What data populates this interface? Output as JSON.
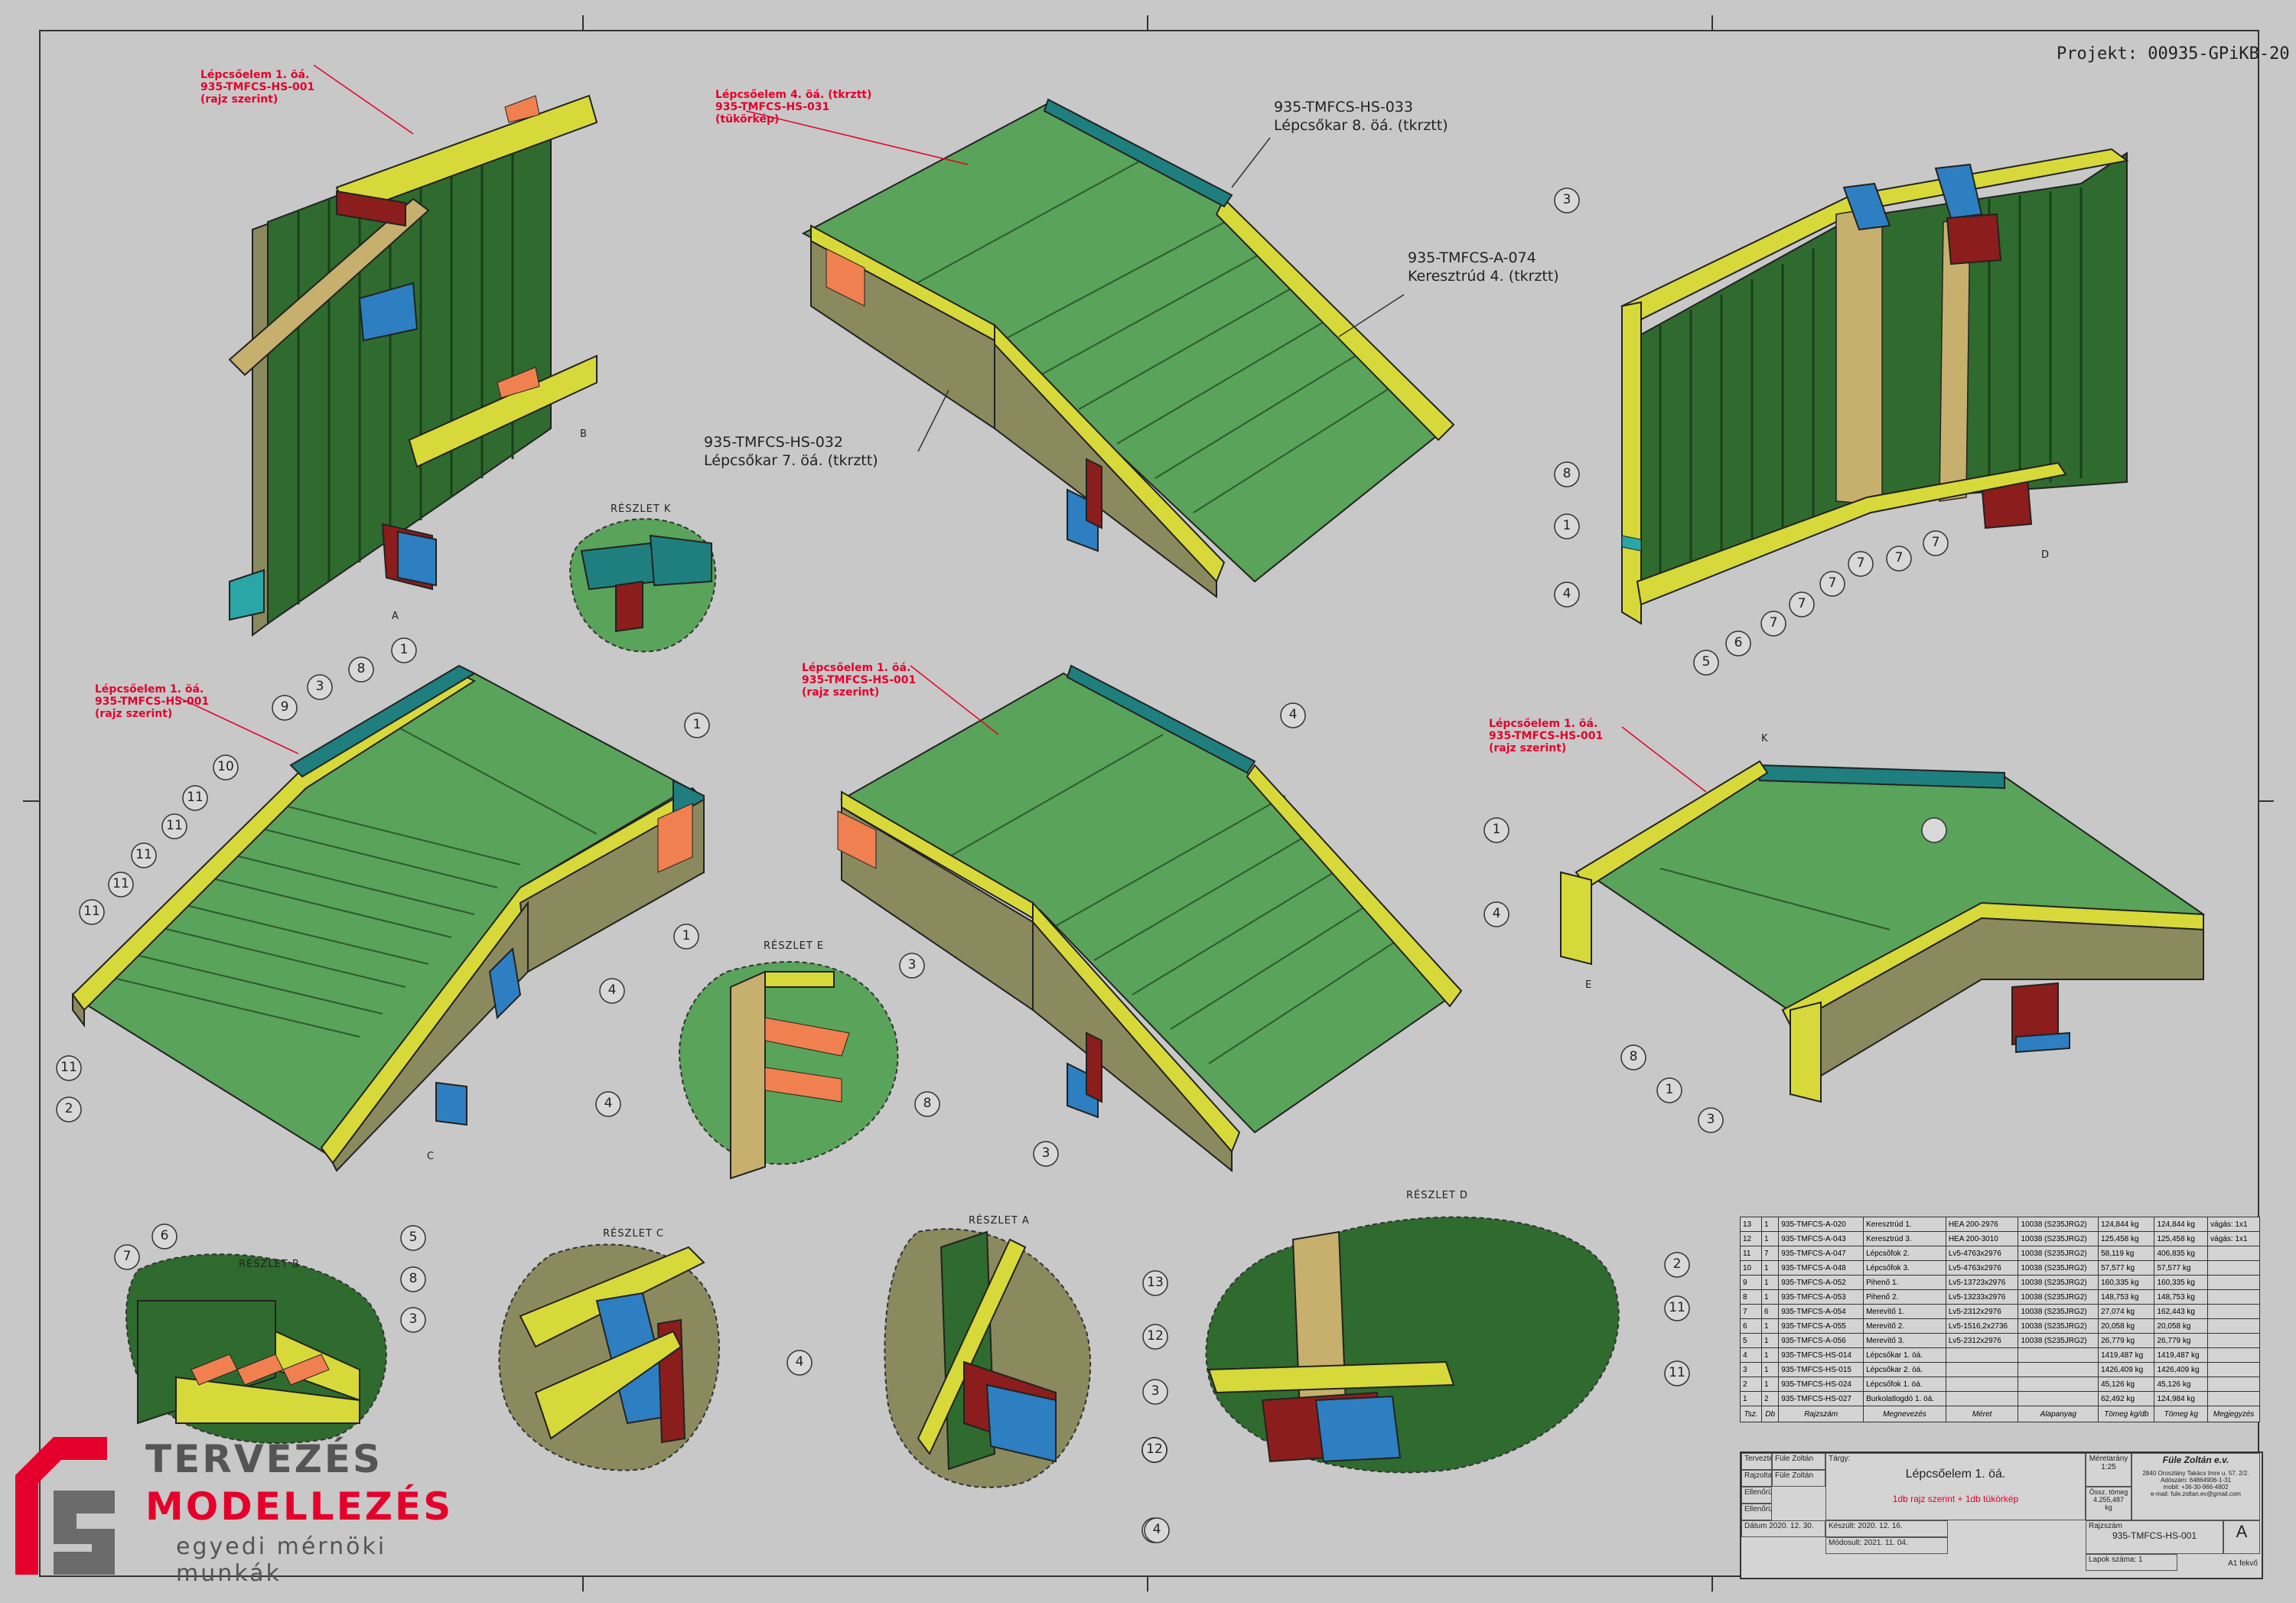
{
  "project": "Projekt:  00935-GPiKB-20",
  "notes": {
    "n1": "Lépcsőelem 1. öá.\n935-TMFCS-HS-001\n(rajz szerint)",
    "n2": "Lépcsőelem 4. öá. (tkrztt)\n935-TMFCS-HS-031\n(tükörkép)",
    "n3": "Lépcsőelem 1. öá.\n935-TMFCS-HS-001\n(rajz szerint)",
    "n4": "Lépcsőelem 1. öá.\n935-TMFCS-HS-001\n(rajz szerint)",
    "n5": "Lépcsőelem 1. öá.\n935-TMFCS-HS-001\n(rajz szerint)"
  },
  "callouts": {
    "c033": "935-TMFCS-HS-033\nLépcsőkar 8. öá. (tkrztt)",
    "c074": "935-TMFCS-A-074\nKeresztrúd 4. (tkrztt)",
    "c032": "935-TMFCS-HS-032\nLépcsőkar 7. öá. (tkrztt)"
  },
  "details": {
    "k": "RÉSZLET K",
    "e": "RÉSZLET E",
    "b": "RÉSZLET B",
    "c": "RÉSZLET C",
    "a": "RÉSZLET A",
    "d": "RÉSZLET D"
  },
  "view_letters": {
    "a": "A",
    "b": "B",
    "c": "C",
    "d": "D",
    "e": "E",
    "k": "K"
  },
  "parts_table": {
    "headers": [
      "Tsz.",
      "Db",
      "Rajzszám",
      "Megnevezés",
      "Méret",
      "Alapanyag",
      "Tömeg kg/db",
      "Tömeg kg",
      "Megjegyzés"
    ],
    "rows": [
      [
        "13",
        "1",
        "935-TMFCS-A-020",
        "Keresztrúd 1.",
        "HEA 200-2976",
        "10038 (S235JRG2)",
        "124,844 kg",
        "124,844 kg",
        "vágás: 1x1"
      ],
      [
        "12",
        "1",
        "935-TMFCS-A-043",
        "Keresztrúd 3.",
        "HEA 200-3010",
        "10038 (S235JRG2)",
        "125,458 kg",
        "125,458 kg",
        "vágás: 1x1"
      ],
      [
        "11",
        "7",
        "935-TMFCS-A-047",
        "Lépcsőfok 2.",
        "Lv5-4763x2976",
        "10038 (S235JRG2)",
        "58,119 kg",
        "406,835 kg",
        ""
      ],
      [
        "10",
        "1",
        "935-TMFCS-A-048",
        "Lépcsőfok 3.",
        "Lv5-4763x2976",
        "10038 (S235JRG2)",
        "57,577 kg",
        "57,577 kg",
        ""
      ],
      [
        "9",
        "1",
        "935-TMFCS-A-052",
        "Pihenő 1.",
        "Lv5-13723x2976",
        "10038 (S235JRG2)",
        "160,335 kg",
        "160,335 kg",
        ""
      ],
      [
        "8",
        "1",
        "935-TMFCS-A-053",
        "Pihenő 2.",
        "Lv5-13233x2976",
        "10038 (S235JRG2)",
        "148,753 kg",
        "148,753 kg",
        ""
      ],
      [
        "7",
        "6",
        "935-TMFCS-A-054",
        "Merevítő 1.",
        "Lv5-2312x2976",
        "10038 (S235JRG2)",
        "27,074 kg",
        "162,443 kg",
        ""
      ],
      [
        "6",
        "1",
        "935-TMFCS-A-055",
        "Merevítő 2.",
        "Lv5-1516,2x2736",
        "10038 (S235JRG2)",
        "20,058 kg",
        "20,058 kg",
        ""
      ],
      [
        "5",
        "1",
        "935-TMFCS-A-056",
        "Merevítő 3.",
        "Lv5-2312x2976",
        "10038 (S235JRG2)",
        "26,779 kg",
        "26,779 kg",
        ""
      ],
      [
        "4",
        "1",
        "935-TMFCS-HS-014",
        "Lépcsőkar 1. öá.",
        "",
        "",
        "1419,487 kg",
        "1419,487 kg",
        ""
      ],
      [
        "3",
        "1",
        "935-TMFCS-HS-015",
        "Lépcsőkar 2. öá.",
        "",
        "",
        "1426,409 kg",
        "1426,409 kg",
        ""
      ],
      [
        "2",
        "1",
        "935-TMFCS-HS-024",
        "Lépcsőfok 1. öá.",
        "",
        "",
        "45,126 kg",
        "45,126 kg",
        ""
      ],
      [
        "1",
        "2",
        "935-TMFCS-HS-027",
        "Burkolatlogdó 1. öá.",
        "",
        "",
        "62,492 kg",
        "124,984 kg",
        ""
      ]
    ]
  },
  "title_block": {
    "tervezte_label": "Tervezte",
    "tervezte": "Füle Zoltán",
    "rajzolta_label": "Rajzolta",
    "rajzolta": "Füle Zoltán",
    "ellenorizte_label": "Ellenőrizte",
    "ellenorizte2_label": "Ellenőrizte",
    "targy_label": "Tárgy:",
    "title": "Lépcsőelem 1. öá.",
    "note": "1db rajz szerint + 1db tükörkép",
    "meretarany_label": "Méretarány",
    "meretarany": "1:25",
    "ossz_tomeg_label": "Össz. tömeg",
    "ossz_tomeg": "4.255,487 kg",
    "company": "Füle Zoltán e.v.",
    "address": "2840 Oroszlány Takács Imre u. 57. 2/2.\nAdószám: 64864906-1-31\nmobil: +36-30-966-4802\ne-mail: fule.zoltan.ev@gmail.com",
    "datum_label": "Dátum",
    "datum": "2020. 12. 30.",
    "rajzszam_label": "Rajzszám",
    "rajzszam": "935-TMFCS-HS-001",
    "lap_label": "Lapok száma:",
    "lap": "1",
    "version": "A",
    "modositas1": "Módosult: 2021. 11. 04.",
    "keszult": "Készült: 2020. 12. 16.",
    "paper": "A1 fekvő"
  },
  "logo": {
    "line1": "TERVEZÉS",
    "line2": "MODELLEZÉS",
    "line3": "egyedi mérnöki munkák"
  },
  "balloons": [
    "1",
    "2",
    "3",
    "4",
    "5",
    "6",
    "7",
    "8",
    "9",
    "10",
    "11",
    "12",
    "13"
  ]
}
